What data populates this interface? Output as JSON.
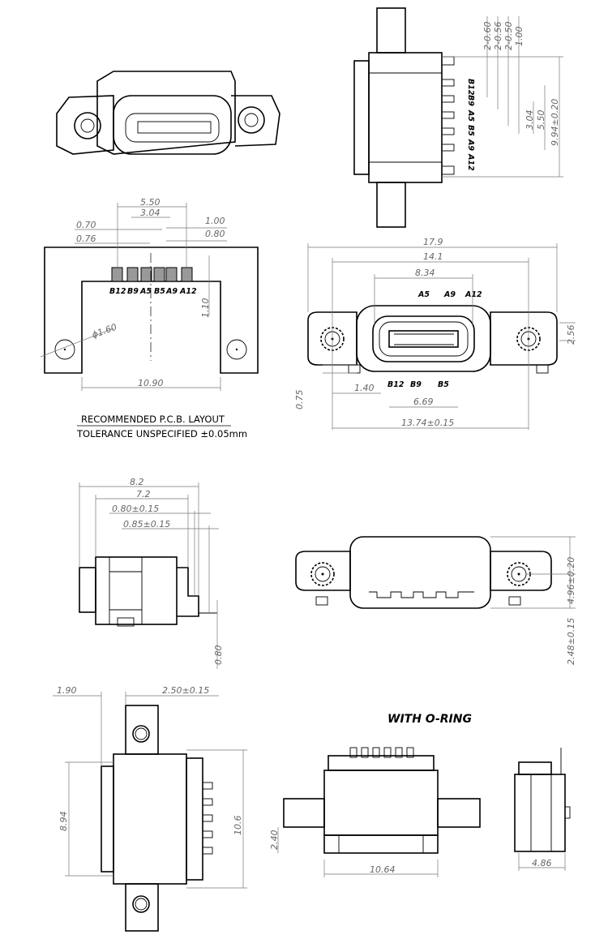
{
  "pins": [
    "B12",
    "B9",
    "A5",
    "B5",
    "A9",
    "A12"
  ],
  "side_view": {
    "dims": [
      "2-0.60",
      "2-0.56",
      "2-0.50",
      "1.00",
      "3.04",
      "5.50",
      "9.94±0.20"
    ]
  },
  "pcb_layout": {
    "dims": {
      "d550": "5.50",
      "d304": "3.04",
      "d070": "0.70",
      "d076": "0.76",
      "d100": "1.00",
      "d080": "0.80",
      "d110": "1.10",
      "hole": "ϕ1.60",
      "d1090": "10.90"
    },
    "title": "RECOMMENDED   P.C.B.  LAYOUT",
    "tolerance": "TOLERANCE  UNSPECIFIED  ±0.05mm"
  },
  "front_view": {
    "top_pins": [
      "A5",
      "A9",
      "A12"
    ],
    "bottom_pins": [
      "B12",
      "B9",
      "B5"
    ],
    "dims": {
      "d179": "17.9",
      "d141": "14.1",
      "d834": "8.34",
      "d256": "2.56",
      "d075": "0.75",
      "d140": "1.40",
      "d669": "6.69",
      "d1374": "13.74±0.15"
    }
  },
  "profile_view": {
    "dims": {
      "d82": "8.2",
      "d72": "7.2",
      "d080": "0.80±0.15",
      "d085": "0.85±0.15",
      "d080b": "0.80"
    }
  },
  "rear_view": {
    "dims": {
      "d496": "4.96±0.20",
      "d248": "2.48±0.15"
    }
  },
  "bottom_view": {
    "dims": {
      "d190": "1.90",
      "d250": "2.50±0.15",
      "d894": "8.94",
      "d106": "10.6"
    }
  },
  "oring_view": {
    "title": "WITH O-RING",
    "dims": {
      "d240": "2.40",
      "d1064": "10.64",
      "d486": "4.86"
    }
  }
}
